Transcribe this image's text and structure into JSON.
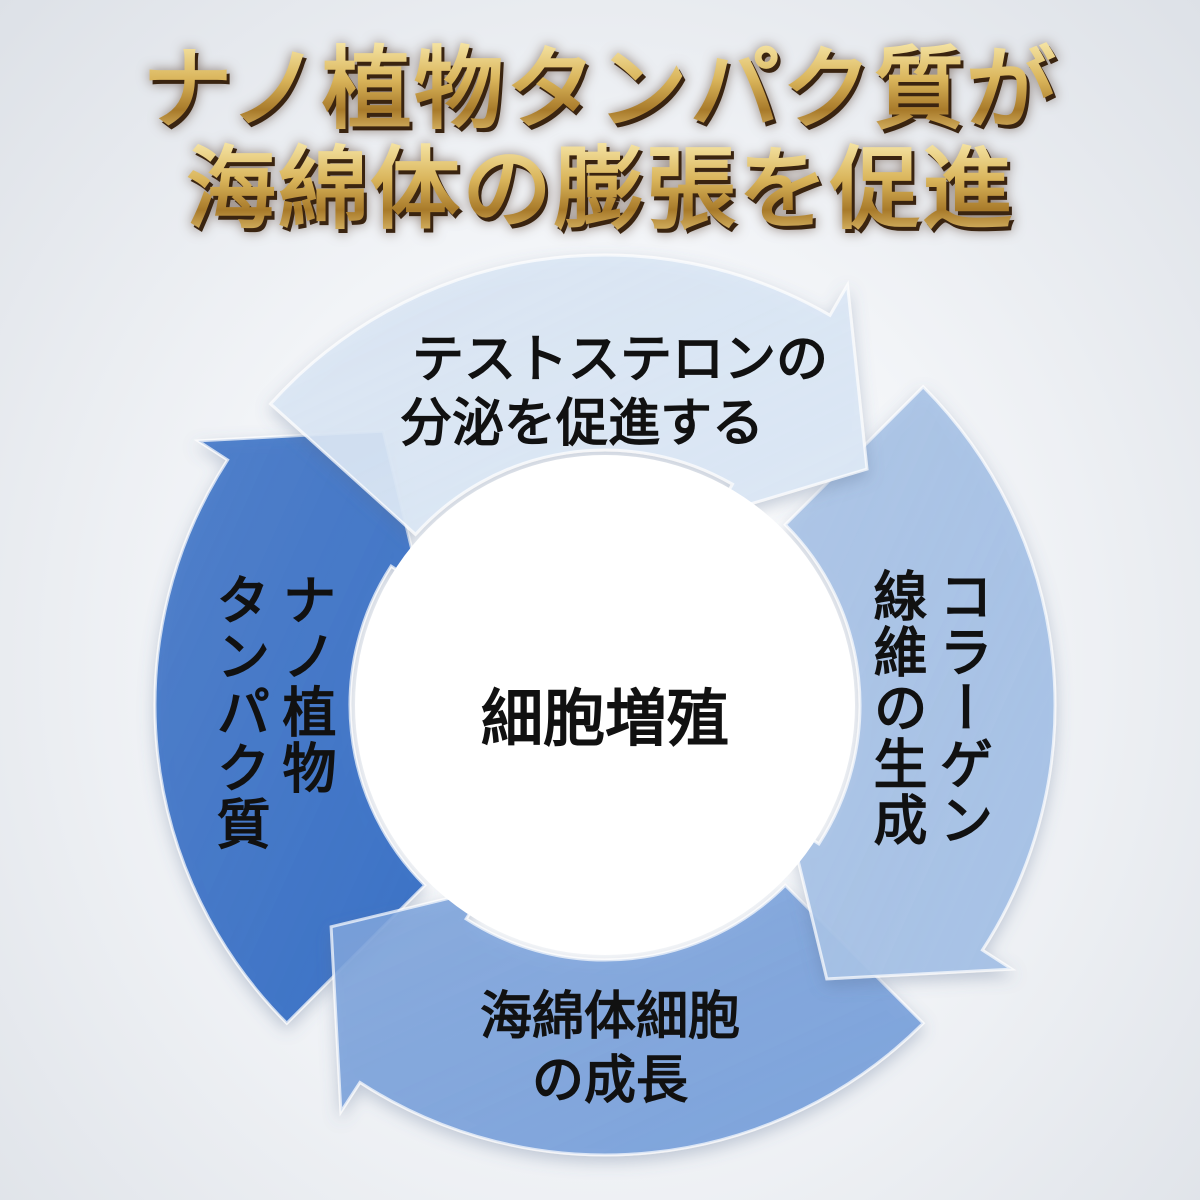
{
  "title": {
    "line1": "ナノ植物タンパク質が",
    "line2": "海綿体の膨張を促進"
  },
  "cycle": {
    "center": "細胞増殖",
    "steps": [
      {
        "line1": "テストステロンの",
        "line2": "分泌を促進する",
        "color": "#dbe7f5"
      },
      {
        "line1": "コラーゲン",
        "line2": "線維の生成",
        "color": "#a7c2e6"
      },
      {
        "line1": "海綿体細胞",
        "line2": "の成長",
        "color": "#7ea4dc"
      },
      {
        "line1": "ナノ植物",
        "line2": "タンパク質",
        "color": "#3b72c6"
      }
    ]
  }
}
